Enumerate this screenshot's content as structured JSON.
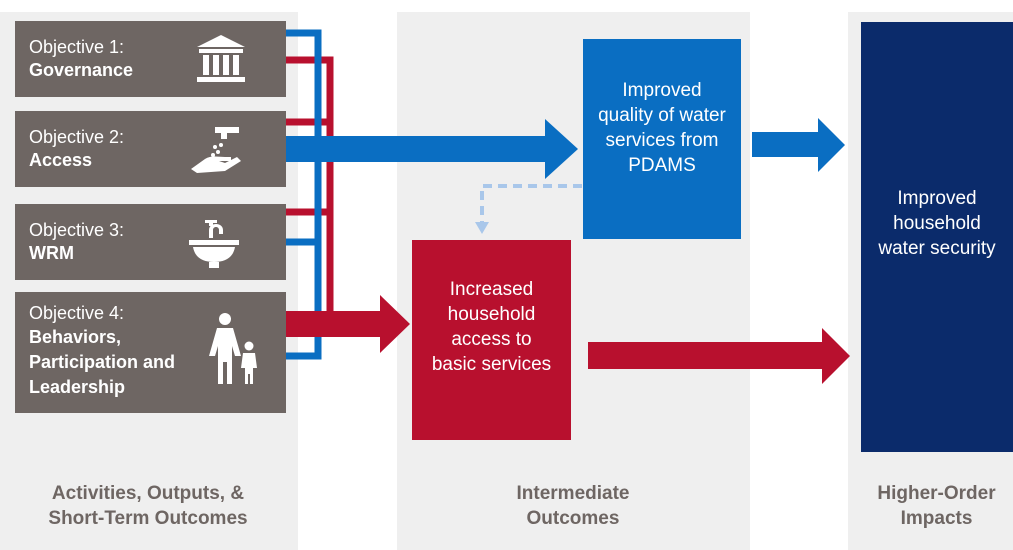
{
  "columns": {
    "activities": {
      "label": "Activities, Outputs, & Short-Term Outcomes"
    },
    "intermediate": {
      "label": "Intermediate Outcomes"
    },
    "higher": {
      "label": "Higher-Order Impacts"
    }
  },
  "objectives": [
    {
      "line1": "Objective 1:",
      "line2": "Governance",
      "icon": "bank-icon"
    },
    {
      "line1": "Objective 2:",
      "line2": "Access",
      "icon": "hand-faucet-icon"
    },
    {
      "line1": "Objective 3:",
      "line2": "WRM",
      "icon": "basin-faucet-icon"
    },
    {
      "line1": "Objective 4:",
      "line2": "Behaviors, Participation and Leadership",
      "icon": "mother-child-icon"
    }
  ],
  "outcomes": {
    "quality": "Improved quality of water services from PDAMS",
    "access": "Increased household access to basic services",
    "security": "Improved household water security"
  },
  "colors": {
    "blue": "#0a6ec2",
    "red": "#b8102e",
    "navy": "#0b2b6b",
    "gray": "#6e6663",
    "panel": "#efefef"
  }
}
